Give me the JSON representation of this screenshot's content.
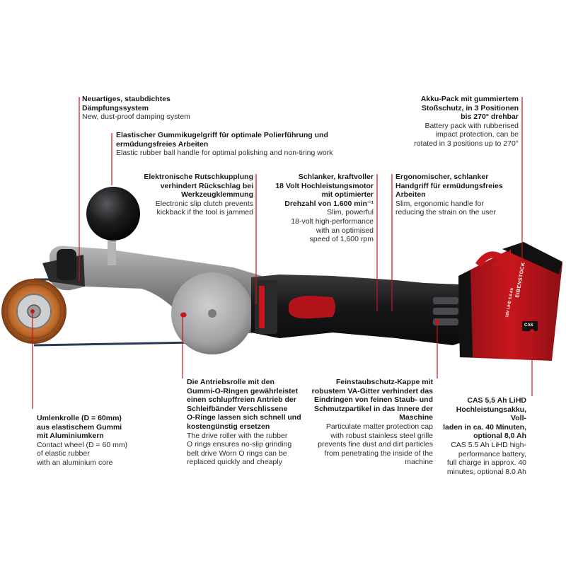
{
  "colors": {
    "accent": "#c4161c",
    "body": "#1c1c1e",
    "metal": "#9a9a9c",
    "battery_red": "#b3131b"
  },
  "battery": {
    "brand": "EIBENSTOCK",
    "spec": "18V LiHD 5.5 Ah",
    "logo": "CAS"
  },
  "callouts": {
    "damping": {
      "de": "Neuartiges, staubdichtes\nDämpfungssystem",
      "en": "New, dust-proof damping system"
    },
    "handle": {
      "de": "Elastischer Gummikugelgriff für optimale Polierführung und\nermüdungsfreies Arbeiten",
      "en": "Elastic rubber ball handle for optimal polishing and non-tiring work"
    },
    "clutch": {
      "de": "Elektronische Rutschkupplung\nverhindert Rückschlag bei\nWerkzeugklemmung",
      "en": "Electronic slip clutch prevents\nkickback if the tool is jammed"
    },
    "motor": {
      "de": "Schlanker, kraftvoller\n18 Volt Hochleistungsmotor\nmit optimierter\nDrehzahl von 1.600 min⁻¹",
      "en": "Slim, powerful\n18-volt high-performance\nwith an optimised\nspeed of 1,600 rpm"
    },
    "grip": {
      "de": "Ergonomischer, schlanker\nHandgriff für ermüdungsfreies\nArbeiten",
      "en": "Slim, ergonomic handle for\nreducing the strain on the user"
    },
    "battery_pack": {
      "de": "Akku-Pack mit gummiertem\nStoßschutz, in 3 Positionen\nbis 270° drehbar",
      "en": "Battery pack with rubberised\nimpact protection, can be\nrotated in 3 positions up to 270°"
    },
    "contact_wheel": {
      "de": "Umlenkrolle (D = 60mm)\naus elastischem Gummi\nmit Aluminiumkern",
      "en": "Contact wheel (D = 60 mm)\nof elastic rubber\nwith an aluminium core"
    },
    "drive_roller": {
      "de": "Die Antriebsrolle mit den\nGummi-O-Ringen gewährleistet\neinen schlupffreien Antrieb der\nSchleifbänder Verschlissene\nO-Ringe lassen sich schnell und\nkostengünstig ersetzen",
      "en": "The drive roller with the rubber\nO rings ensures no-slip grinding\nbelt drive Worn O rings can be\nreplaced quickly and cheaply"
    },
    "dust_cap": {
      "de": "Feinstaubschutz-Kappe mit\nrobustem VA-Gitter verhindert das\nEindringen von feinen Staub- und\nSchmutzpartikel in das Innere der\nMaschine",
      "en": "Particulate matter protection cap\nwith robust stainless steel grille\nprevents fine dust and dirt particles\nfrom penetrating the inside of the\nmachine"
    },
    "cas_battery": {
      "de": "CAS 5,5 Ah LiHD\nHochleistungsakku, Voll-\nladen in ca. 40 Minuten,\noptional 8,0 Ah",
      "en": "CAS 5.5 Ah LiHD high-\nperformance battery,\nfull charge in approx. 40\nminutes, optional 8.0 Ah"
    }
  }
}
